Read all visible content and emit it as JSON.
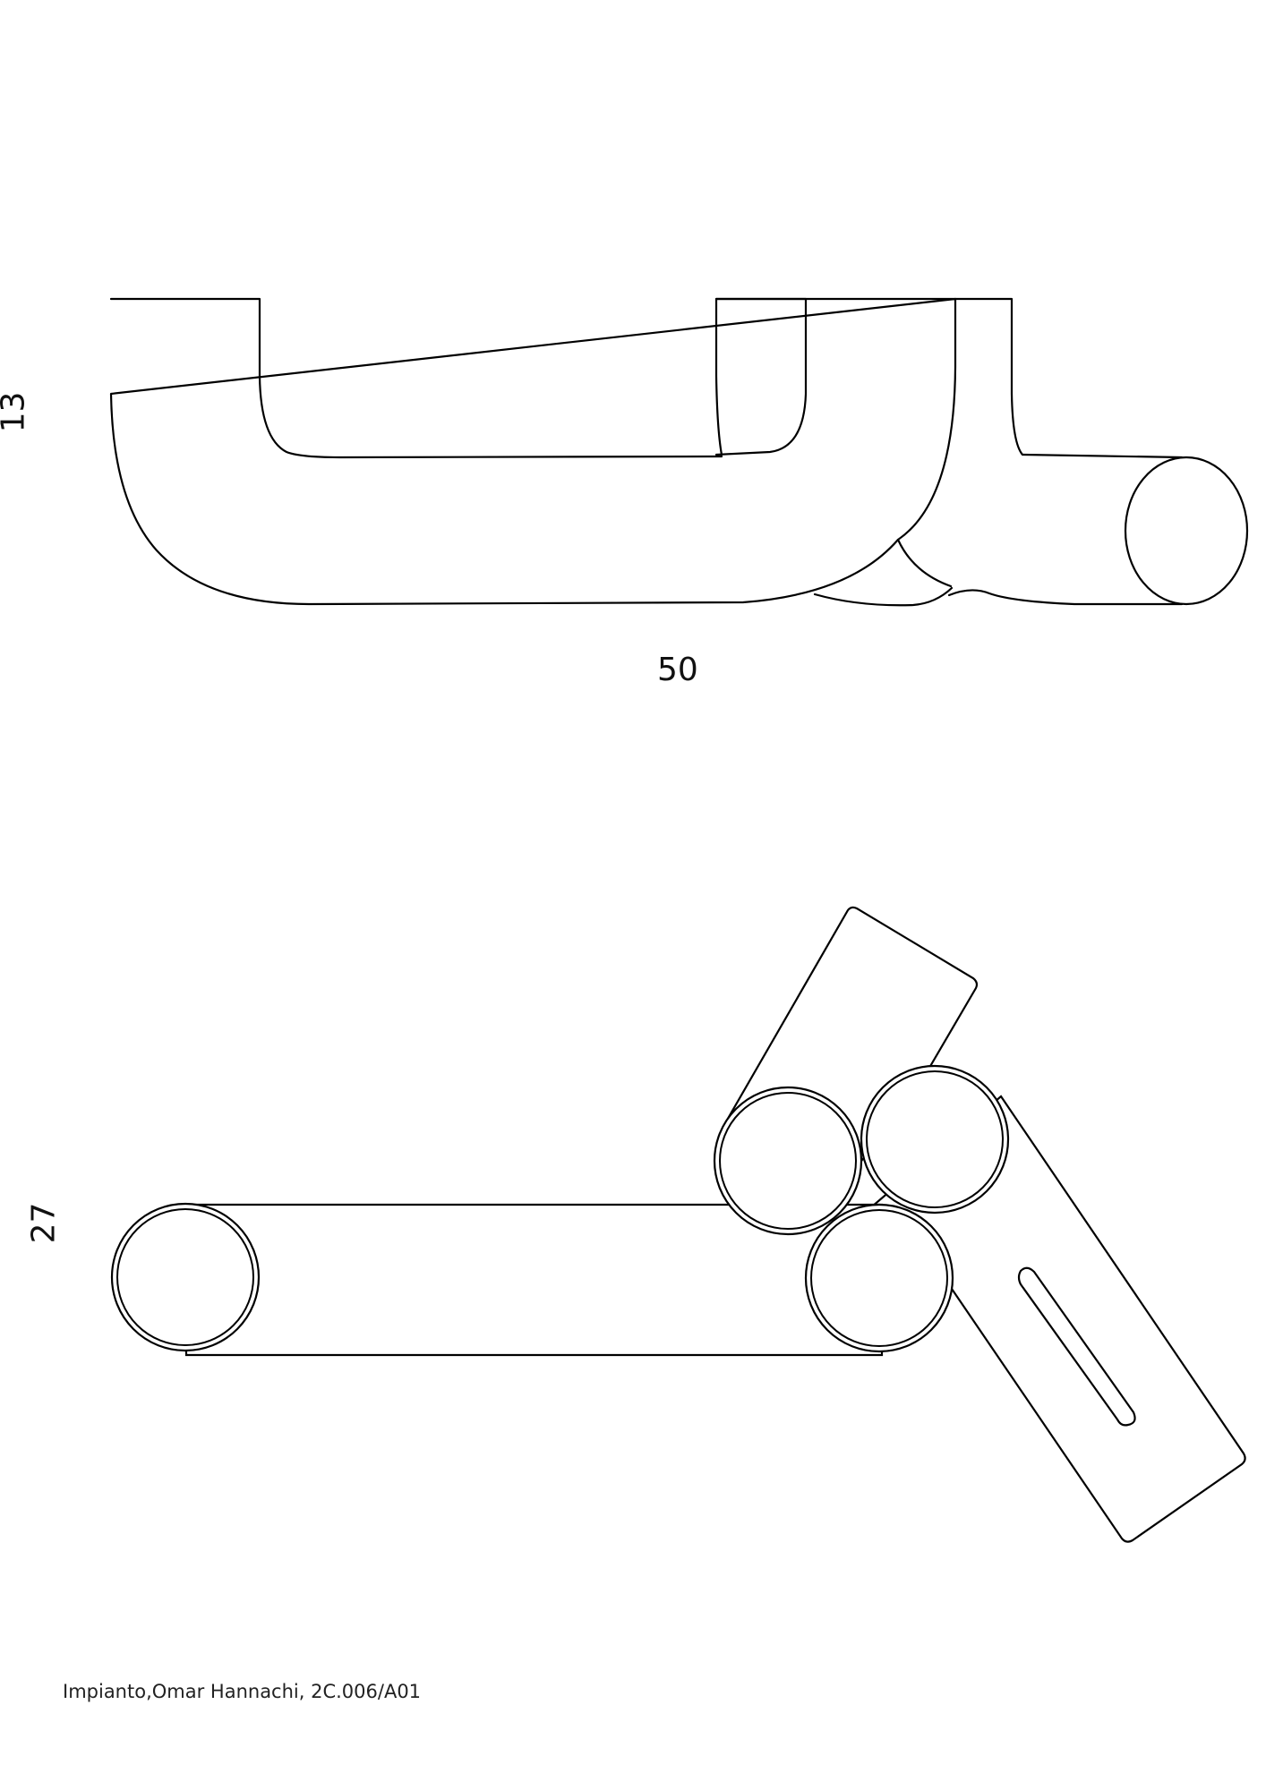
{
  "drawing": {
    "top_view": {
      "height_dimension": "13",
      "width_dimension": "50"
    },
    "plan_view": {
      "depth_dimension": "27"
    }
  },
  "caption": "Impianto,Omar Hannachi, 2C.006/A01",
  "colors": {
    "line": "#000000",
    "background": "#ffffff",
    "text": "#111111"
  }
}
